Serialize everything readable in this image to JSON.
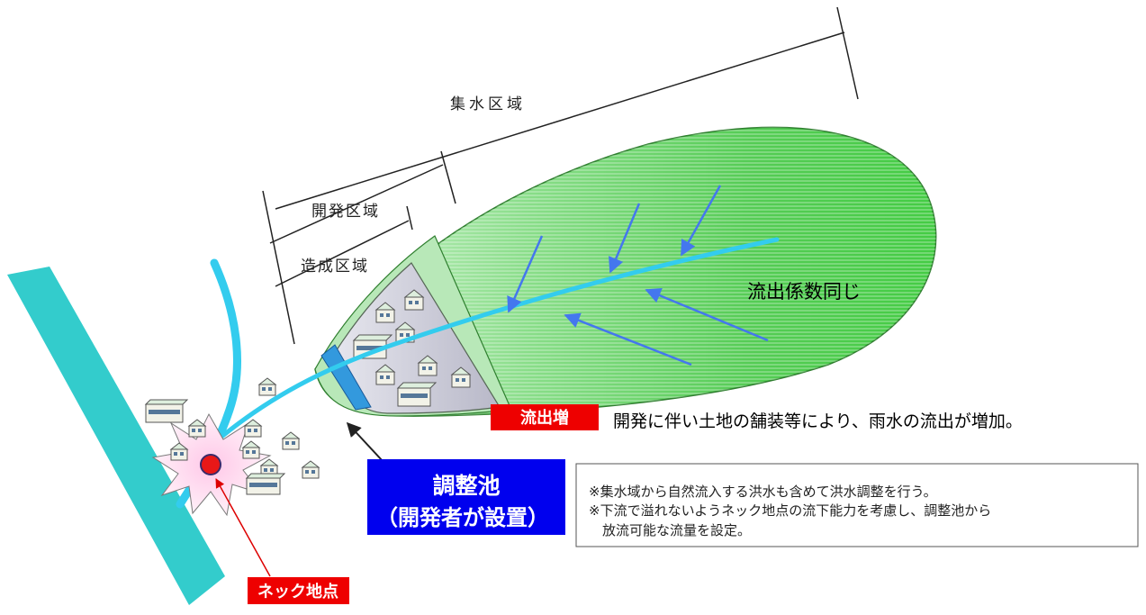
{
  "labels": {
    "catchment_area": "集水区域",
    "development_area": "開発区域",
    "construction_area": "造成区域",
    "same_runoff_coefficient": "流出係数同じ",
    "runoff_increase_badge": "流出増",
    "runoff_increase_text": "開発に伴い土地の舗装等により、雨水の流出が増加。",
    "pond_title": "調整池",
    "pond_subtitle": "（開発者が設置）",
    "neck_point": "ネック地点"
  },
  "notes": [
    "※集水域から自然流入する洪水も含めて洪水調整を行う。",
    "※下流で溢れないようネック地点の流下能力を考慮し、調整池から",
    "放流可能な流量を設定。"
  ],
  "colors": {
    "river": "#33cccc",
    "stream": "#33ccee",
    "catchment_fill": "#44cc44",
    "catchment_light": "#ccf2cc",
    "developed_fill": "#d0d0dc",
    "pond": "#3399dd",
    "flow_arrow": "#4477ee",
    "badge_red": "#ee0000",
    "pond_label_blue": "#0000ee",
    "neck_red": "#dd0000",
    "burst_pink": "#ffd6ee"
  },
  "icons": {
    "house": "house-icon",
    "building": "building-icon",
    "flow_arrow": "flow-arrow-icon",
    "pointer_arrow": "pointer-arrow-icon",
    "neck_marker": "neck-point-marker-icon"
  }
}
